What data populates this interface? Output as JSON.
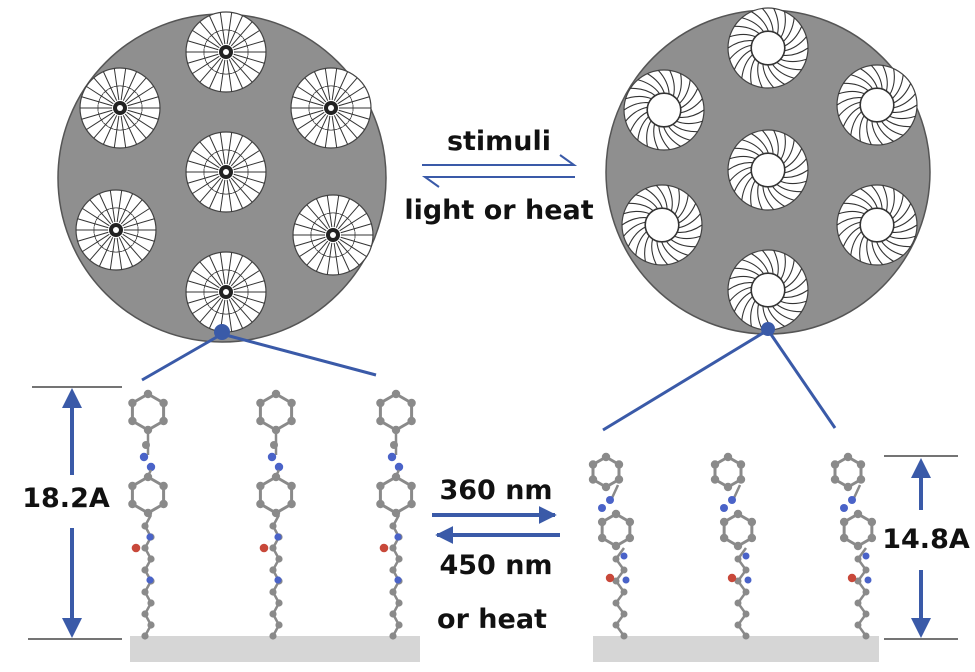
{
  "top_arrow": {
    "forward_label": "stimuli",
    "reverse_label": "light or heat"
  },
  "bottom_arrow": {
    "forward_label": "360 nm",
    "reverse_label_1": "450 nm",
    "reverse_label_2": "or heat"
  },
  "left_height_label": "18.2A",
  "right_height_label": "14.8A",
  "colors": {
    "disc_fill": "#8f8f8f",
    "pore_fill": "#ffffff",
    "arrow_blue": "#3a5aa8",
    "chain_gray": "#8a8a8a",
    "azo_blue": "#4a63c8",
    "oxygen_red": "#c8483a",
    "substrate": "#d6d6d6"
  }
}
